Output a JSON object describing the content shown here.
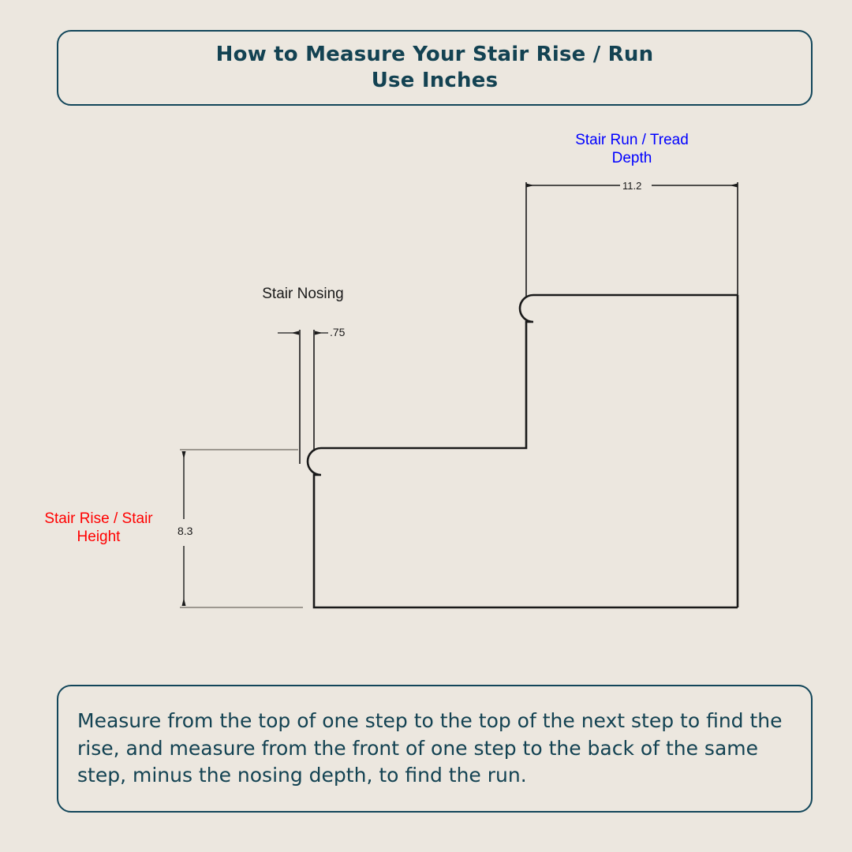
{
  "page": {
    "background_color": "#ece7df",
    "ink_color": "#1a1a1a"
  },
  "title_banner": {
    "line1": "How to Measure Your Stair Rise / Run",
    "line2": "Use Inches",
    "text_color": "#134252",
    "border_color": "#12465a"
  },
  "caption_box": {
    "text": "Measure from the top of one step to the top of the next step to find the rise, and measure from the front of one step to the back of the same step, minus the nosing depth, to find the run.",
    "text_color": "#134252",
    "border_color": "#12465a"
  },
  "annotations": {
    "run_label": {
      "text": "Stair Run / Tread\nDepth",
      "color": "#0000ff"
    },
    "rise_label": {
      "text": "Stair Rise / Stair\nHeight",
      "color": "#ff0000"
    },
    "nosing_label": {
      "text": "Stair Nosing",
      "color": "#1a1a1a"
    }
  },
  "dimensions": {
    "run": {
      "value": "11.2",
      "name": "Stair Run / Tread Depth",
      "units": "inches",
      "orientation": "horizontal",
      "arrow_style": "inside"
    },
    "rise": {
      "value": "8.3",
      "name": "Stair Rise / Stair Height",
      "units": "inches",
      "orientation": "vertical",
      "arrow_style": "inside"
    },
    "nosing": {
      "value": ".75",
      "name": "Stair Nosing Depth",
      "units": "inches",
      "orientation": "horizontal",
      "arrow_style": "outside"
    }
  },
  "chart_data": {
    "type": "diagram",
    "title": "Stair profile section (two steps with bullnose nosing)",
    "units": "inches",
    "measured_values": [
      {
        "label": "Stair Run / Tread Depth",
        "value": 11.2,
        "color": "#0000ff"
      },
      {
        "label": "Stair Rise / Stair Height",
        "value": 8.3,
        "color": "#ff0000"
      },
      {
        "label": "Stair Nosing",
        "value": 0.75,
        "color": "#1a1a1a"
      }
    ]
  }
}
